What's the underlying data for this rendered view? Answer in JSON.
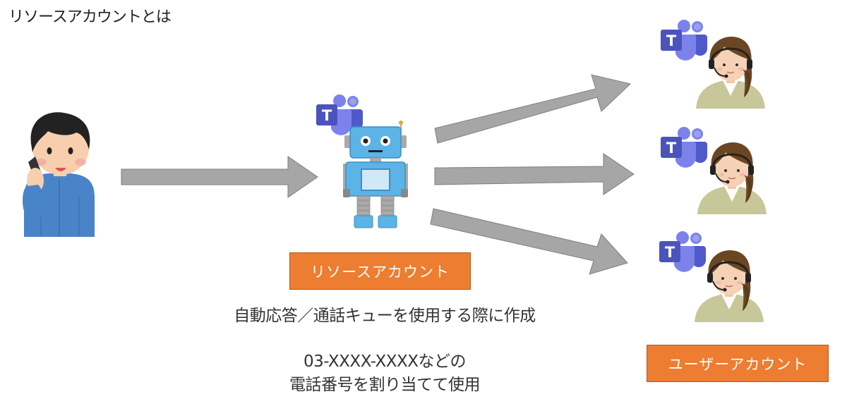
{
  "title": "リソースアカウントとは",
  "resource_account_label": "リソースアカウント",
  "user_account_label": "ユーザーアカウント",
  "description_1": "自動応答／通話キューを使用する際に作成",
  "description_2_line1": "03-XXXX-XXXXなどの",
  "description_2_line2": "電話番号を割り当てて使用",
  "colors": {
    "label_box_fill": "#ed7d31",
    "arrow_fill": "#a6a6a6",
    "arrow_stroke": "#7f7f7f",
    "teams_purple": "#5b5fc7",
    "robot_blue": "#5bb3e6"
  },
  "icons": [
    "caller-person-icon",
    "robot-icon",
    "teams-logo-icon",
    "operator-headset-icon"
  ]
}
